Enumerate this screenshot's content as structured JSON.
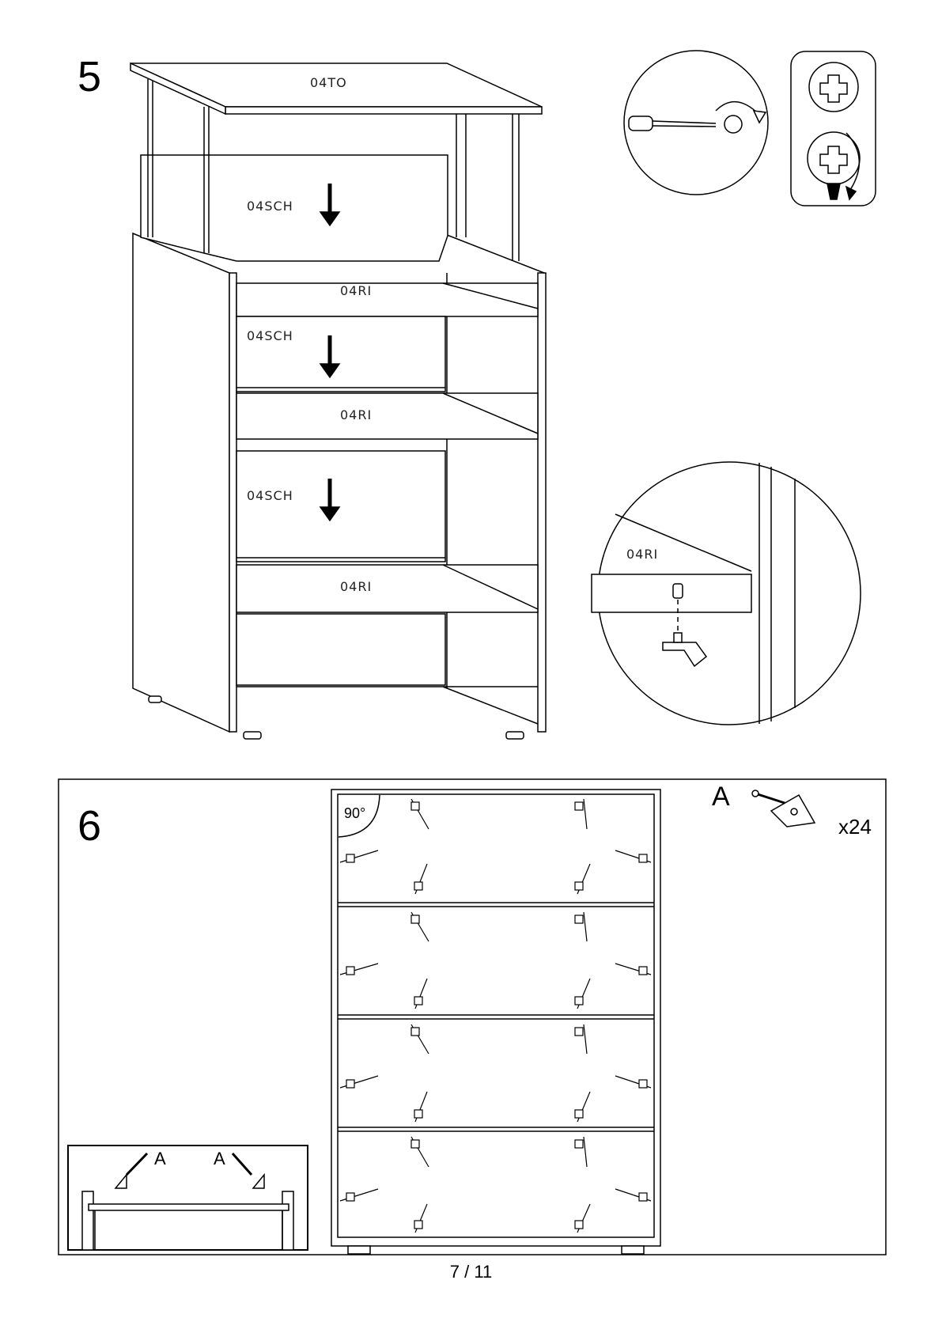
{
  "step5": {
    "number": "5",
    "labels": {
      "top": "04TO",
      "back_top": "04SCH",
      "shelf_1": "04RI",
      "back_middle": "04SCH",
      "shelf_2": "04RI",
      "back_lower": "04SCH",
      "shelf_3": "04RI",
      "detail_shelf": "04RI"
    }
  },
  "step6": {
    "number": "6",
    "angle": "90°",
    "part_letter": "A",
    "part_quantity": "x24",
    "inset_labels": [
      "A",
      "A"
    ]
  },
  "footer": {
    "page": "7 / 11"
  }
}
